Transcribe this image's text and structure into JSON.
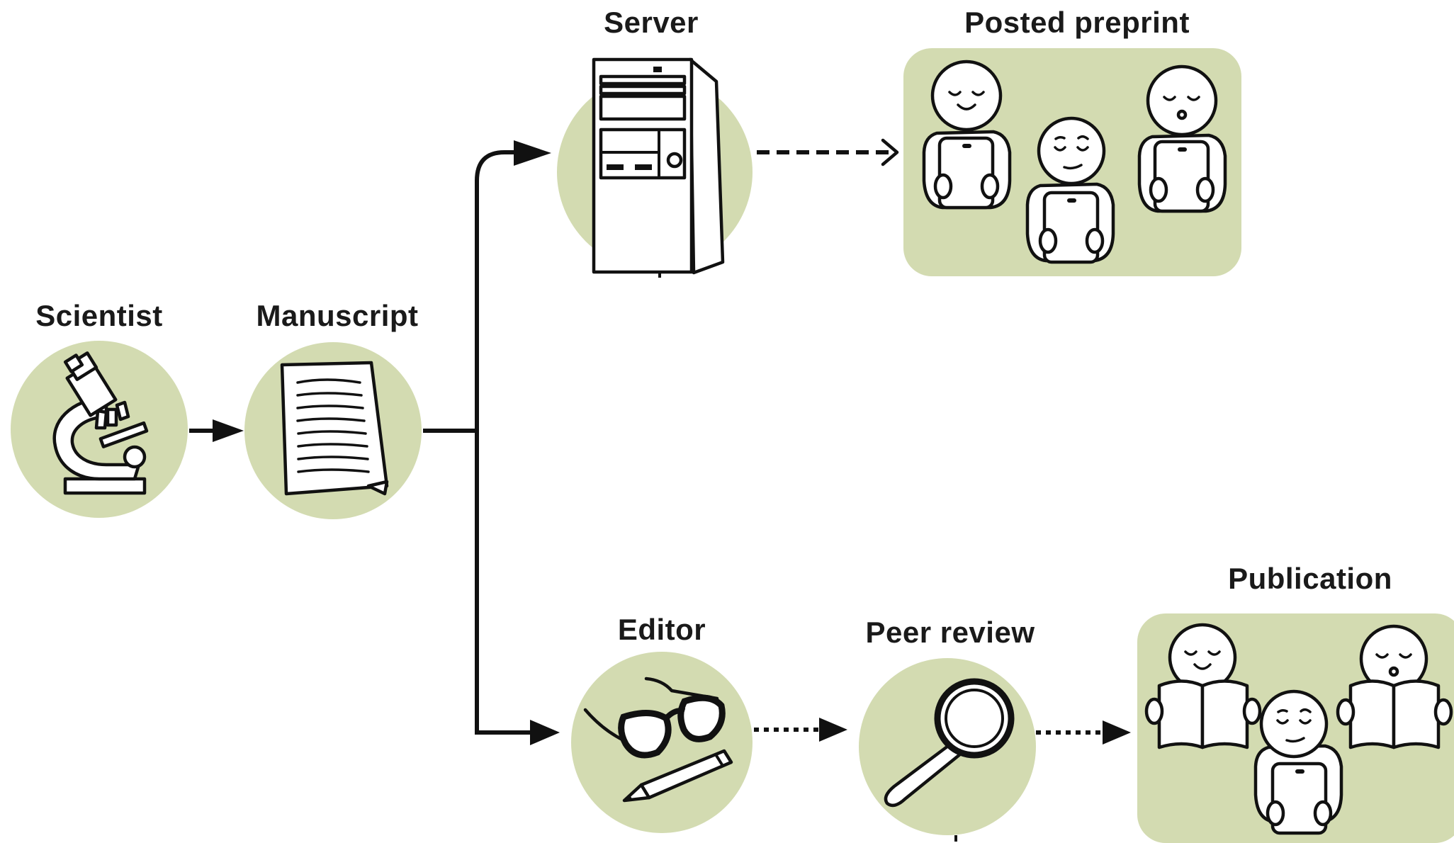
{
  "nodes": {
    "scientist": {
      "label": "Scientist",
      "icon": "microscope-icon"
    },
    "manuscript": {
      "label": "Manuscript",
      "icon": "document-icon"
    },
    "server": {
      "label": "Server",
      "icon": "server-tower-icon"
    },
    "posted_preprint": {
      "label": "Posted preprint",
      "icon": "readers-with-phones-icon"
    },
    "editor": {
      "label": "Editor",
      "icon": "glasses-and-pencil-icon"
    },
    "peer_review": {
      "label": "Peer review",
      "icon": "magnifying-glass-icon"
    },
    "publication": {
      "label": "Publication",
      "icon": "readers-with-journals-icon"
    }
  },
  "colors": {
    "bubble": "#d3dbb1",
    "ink": "#111111",
    "background": "#ffffff"
  },
  "connections": [
    {
      "from": "Scientist",
      "to": "Manuscript",
      "style": "solid"
    },
    {
      "from": "Manuscript",
      "to": "Server",
      "style": "solid"
    },
    {
      "from": "Server",
      "to": "Posted preprint",
      "style": "dashed"
    },
    {
      "from": "Manuscript",
      "to": "Editor",
      "style": "solid"
    },
    {
      "from": "Editor",
      "to": "Peer review",
      "style": "dotted"
    },
    {
      "from": "Peer review",
      "to": "Publication",
      "style": "dotted"
    }
  ]
}
